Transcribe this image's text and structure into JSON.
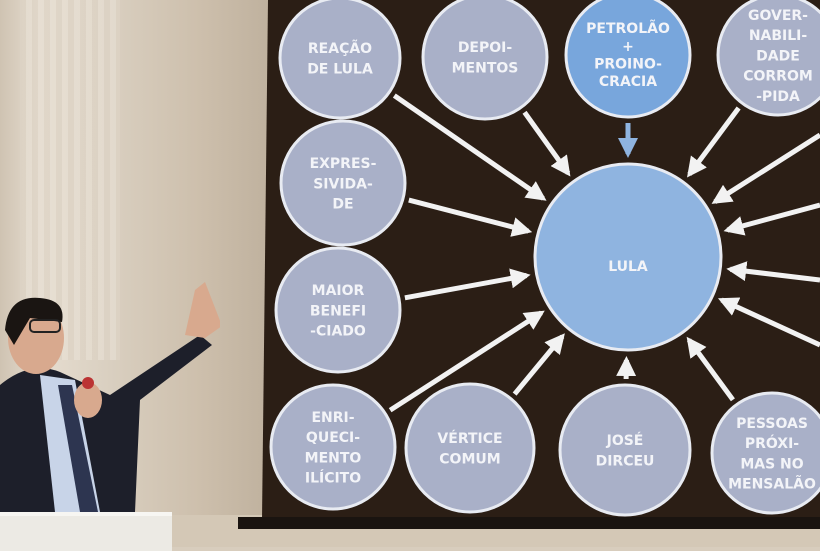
{
  "center": {
    "label": "LULA",
    "color": "#8fb4e0"
  },
  "nodes": [
    {
      "label": [
        "REAÇÃO",
        "DE LULA"
      ],
      "color": "#a9b0c8"
    },
    {
      "label": [
        "DEPOI-",
        "MENTOS"
      ],
      "color": "#a9b0c8"
    },
    {
      "label": [
        "PETROLÃO",
        "+",
        "PROINO-",
        "CRACIA"
      ],
      "color": "#78a6dc"
    },
    {
      "label": [
        "GOVER-",
        "NABILI-",
        "DADE",
        "CORROM",
        "-PIDA"
      ],
      "color": "#a9b0c8"
    },
    {
      "label": [
        "EXPRES-",
        "SIVIDA-",
        "DE"
      ],
      "color": "#a9b0c8"
    },
    {
      "label": [
        "MAIOR",
        "BENEFI",
        "-CIADO"
      ],
      "color": "#a9b0c8"
    },
    {
      "label": [
        "ENRI-",
        "QUECI-",
        "MENTO",
        "ILÍCITO"
      ],
      "color": "#a9b0c8"
    },
    {
      "label": [
        "VÉRTICE",
        "COMUM"
      ],
      "color": "#a9b0c8"
    },
    {
      "label": [
        "JOSÉ",
        "DIRCEU"
      ],
      "color": "#a9b0c8"
    },
    {
      "label": [
        "PESSOAS",
        "PRÓXI-",
        "MAS NO",
        "MENSALÃO"
      ],
      "color": "#a9b0c8"
    }
  ],
  "colors": {
    "screen": "#2b1e15",
    "arrow": "#f2f2f2",
    "blue_arrow": "#8fb4e0"
  }
}
